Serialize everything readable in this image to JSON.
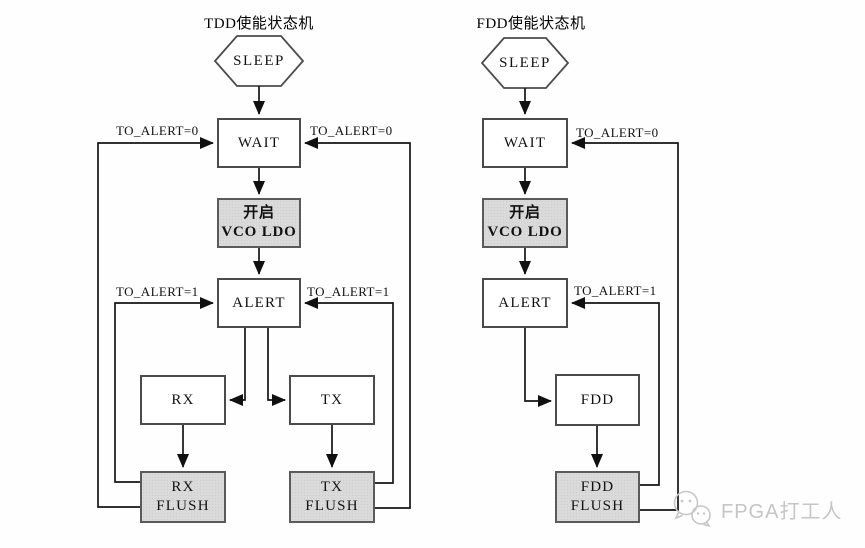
{
  "colors": {
    "line": "#141414",
    "box_border": "#4b4b4b",
    "gray_fill": "#dadada",
    "white_fill": "#ffffff",
    "watermark": "#c5c5c5"
  },
  "tdd": {
    "title": "TDD使能状态机",
    "nodes": {
      "sleep": "SLEEP",
      "wait": "WAIT",
      "vco_l1": "开启",
      "vco_l2": "VCO LDO",
      "alert": "ALERT",
      "rx": "RX",
      "tx": "TX",
      "rx_flush_l1": "RX",
      "rx_flush_l2": "FLUSH",
      "tx_flush_l1": "TX",
      "tx_flush_l2": "FLUSH"
    },
    "labels": {
      "to_alert0_left": "TO_ALERT=0",
      "to_alert0_right": "TO_ALERT=0",
      "to_alert1_left": "TO_ALERT=1",
      "to_alert1_right": "TO_ALERT=1"
    }
  },
  "fdd": {
    "title": "FDD使能状态机",
    "nodes": {
      "sleep": "SLEEP",
      "wait": "WAIT",
      "vco_l1": "开启",
      "vco_l2": "VCO LDO",
      "alert": "ALERT",
      "fdd": "FDD",
      "fdd_flush_l1": "FDD",
      "fdd_flush_l2": "FLUSH"
    },
    "labels": {
      "to_alert0": "TO_ALERT=0",
      "to_alert1": "TO_ALERT=1"
    }
  },
  "watermark": {
    "text": "FPGA打工人"
  }
}
